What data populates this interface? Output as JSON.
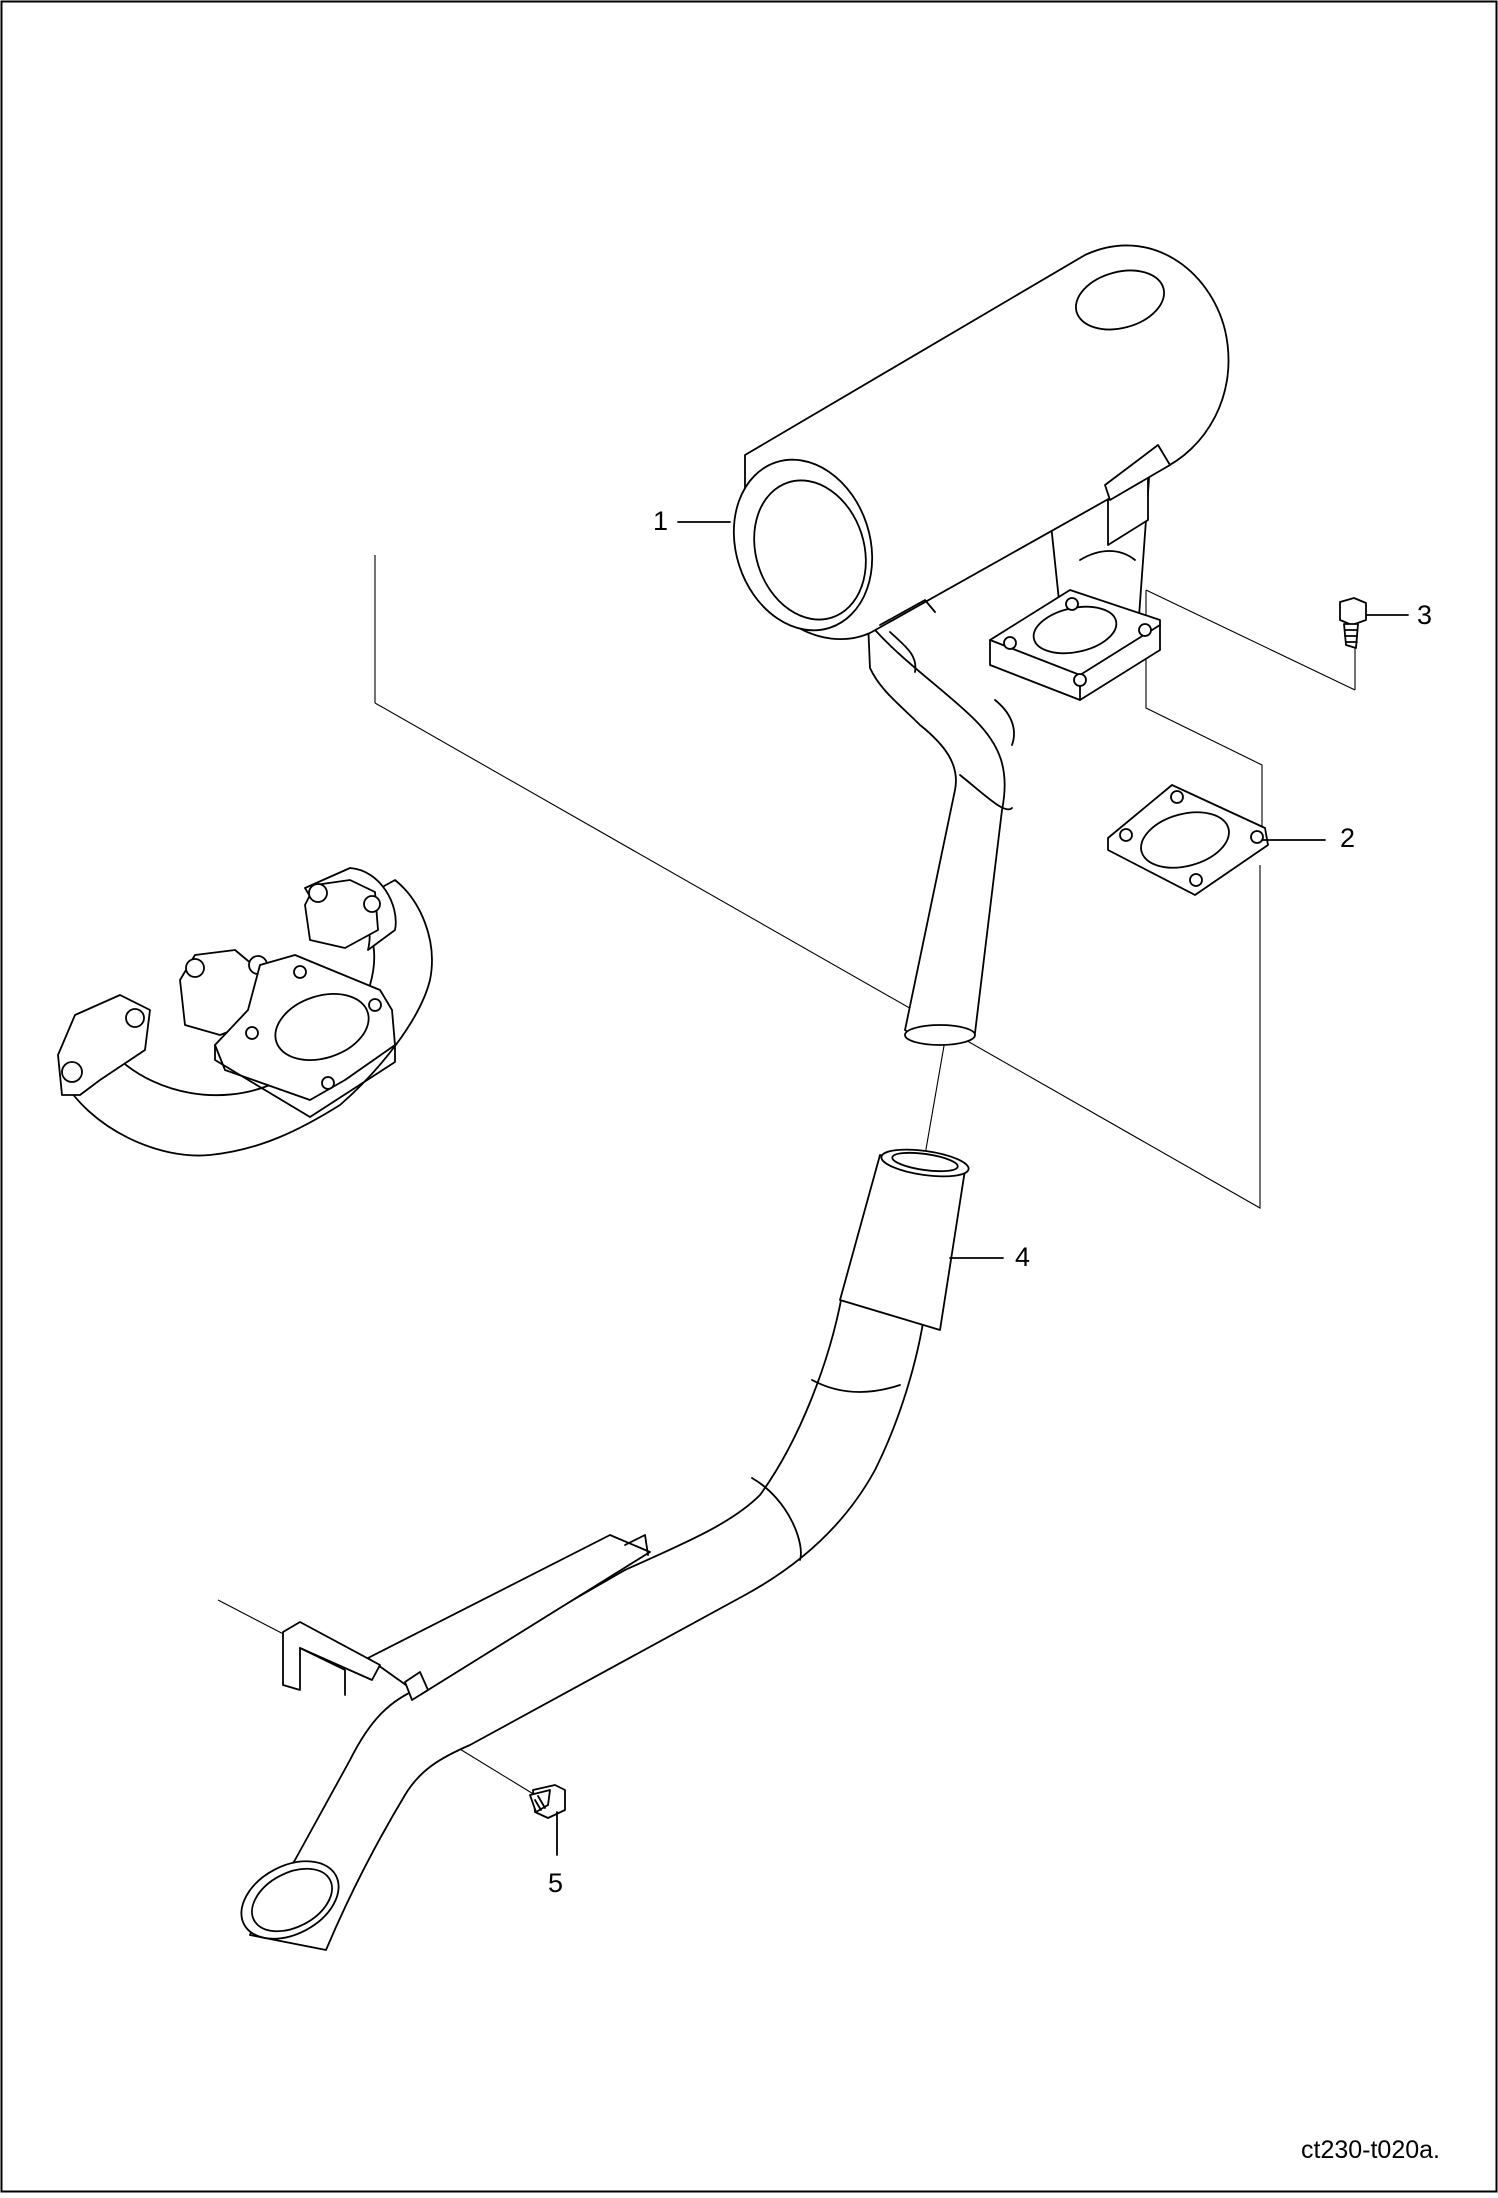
{
  "callouts": [
    {
      "id": "muffler",
      "label": "1"
    },
    {
      "id": "gasket",
      "label": "2"
    },
    {
      "id": "bolt-top",
      "label": "3"
    },
    {
      "id": "tailpipe",
      "label": "4"
    },
    {
      "id": "bolt-bottom",
      "label": "5"
    }
  ],
  "figure_code": "ct230-t020a."
}
